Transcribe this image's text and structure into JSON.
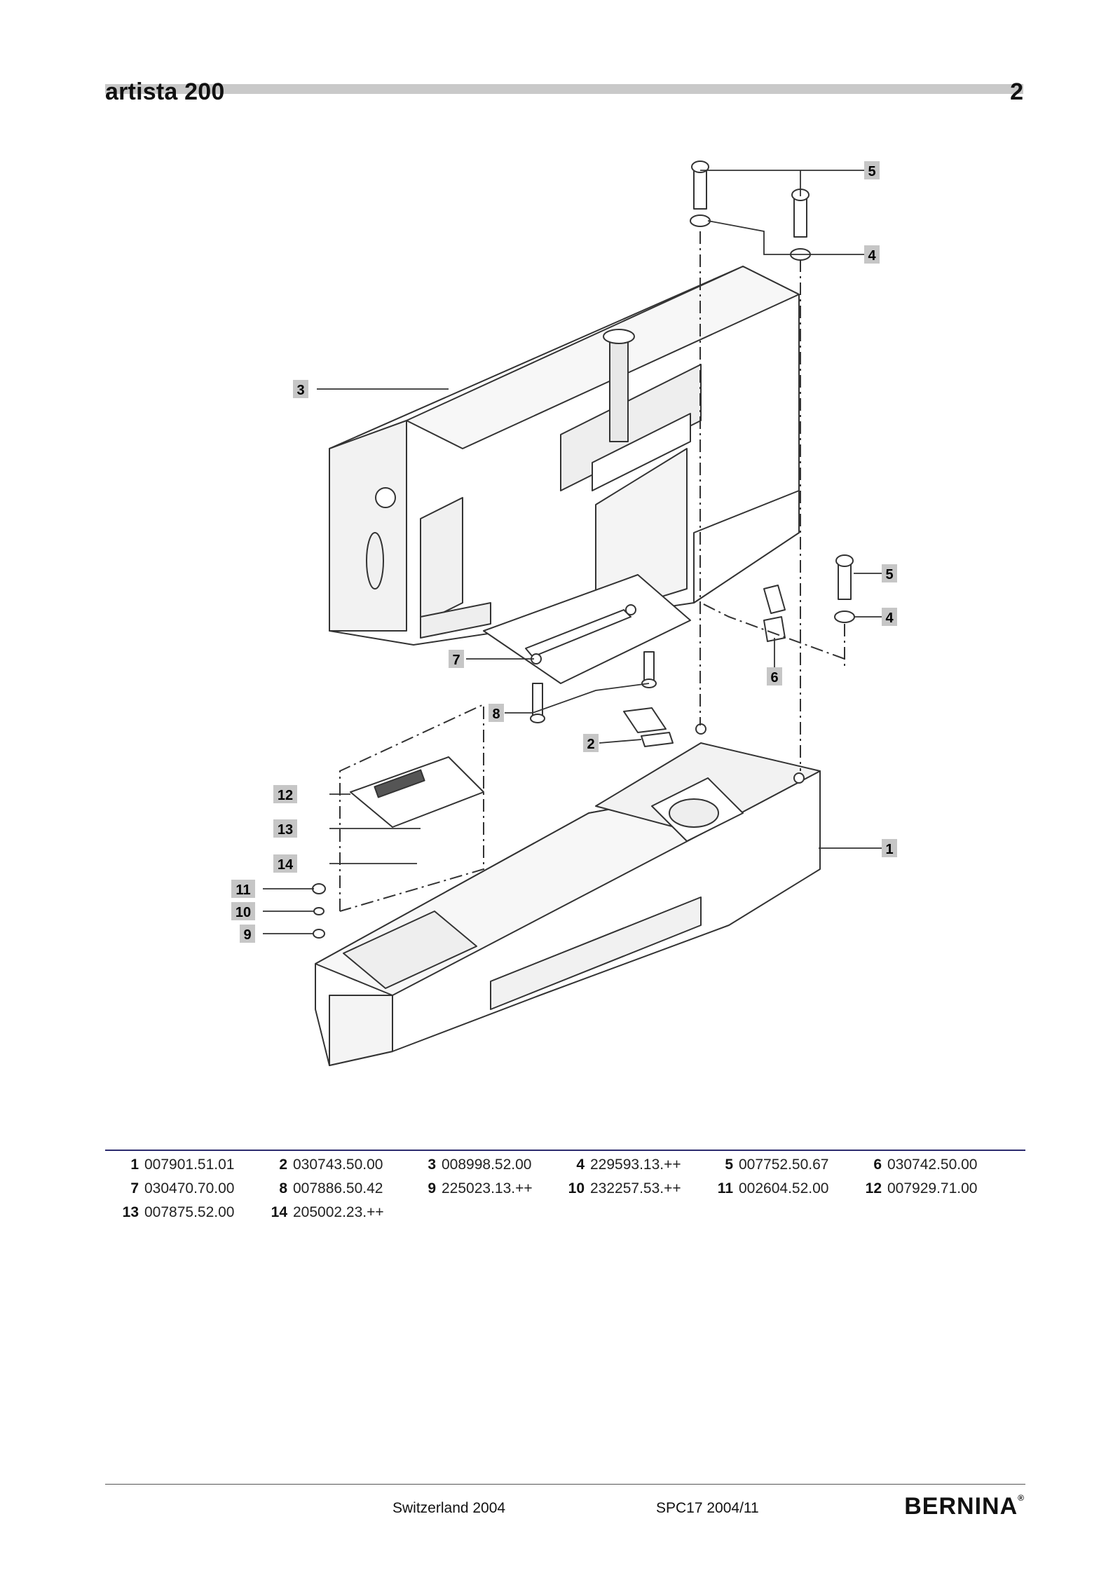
{
  "header": {
    "title": "artista 200",
    "page": "2"
  },
  "callouts": [
    "1",
    "2",
    "3",
    "4",
    "5",
    "6",
    "7",
    "8",
    "9",
    "10",
    "11",
    "12",
    "13",
    "14"
  ],
  "parts": [
    {
      "no": "1",
      "number": "007901.51.01"
    },
    {
      "no": "2",
      "number": "030743.50.00"
    },
    {
      "no": "3",
      "number": "008998.52.00"
    },
    {
      "no": "4",
      "number": "229593.13.++"
    },
    {
      "no": "5",
      "number": "007752.50.67"
    },
    {
      "no": "6",
      "number": "030742.50.00"
    },
    {
      "no": "7",
      "number": "030470.70.00"
    },
    {
      "no": "8",
      "number": "007886.50.42"
    },
    {
      "no": "9",
      "number": "225023.13.++"
    },
    {
      "no": "10",
      "number": "232257.53.++"
    },
    {
      "no": "11",
      "number": "002604.52.00"
    },
    {
      "no": "12",
      "number": "007929.71.00"
    },
    {
      "no": "13",
      "number": "007875.52.00"
    },
    {
      "no": "14",
      "number": "205002.23.++"
    }
  ],
  "footer": {
    "country": "Switzerland 2004",
    "code": "SPC17 2004/11",
    "brand": "BERNINA",
    "brand_mark": "®"
  }
}
